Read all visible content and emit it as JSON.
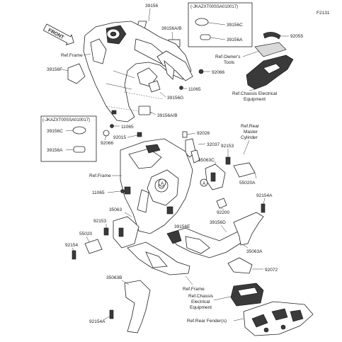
{
  "diagram_id": "F2131",
  "front_tag": "FRONT",
  "variant_code_top": "(-JKAZXT00SSA010017)",
  "variant_code_left": "(-JKAZXT00SSA010017)",
  "marker_a": "A",
  "labels": {
    "p39156": "39156",
    "p39156ab_top": "39156A/B",
    "p39156c_top": "39156C",
    "p39156a_top": "39156A",
    "p92055": "92055",
    "ref_owners_tools": "Ref.Owner's",
    "ref_owners_tools_2": "Tools",
    "ref_chassis_elec_top": "Ref.Chassis Electrical",
    "ref_chassis_elec_top_2": "Equipment",
    "ref_frame_top": "Ref.Frame",
    "p39156f": "39156F",
    "p92066_top": "92066",
    "p11065_top": "11065",
    "p39156g": "39156G",
    "p39156ab_mid": "39156A/B",
    "p39156c_left": "39156C",
    "p39156a_left": "39156A",
    "p11065_mid": "11065",
    "p92015": "92015",
    "p92066_left": "92066",
    "p92026": "92026",
    "p32037": "32037",
    "ref_rear_master": "Ref.Rear",
    "ref_rear_master_2": "Master",
    "ref_rear_master_3": "Cylinder",
    "p92153_right": "92153",
    "p35063c": "35063C",
    "ref_frame_mid": "Ref.Frame",
    "p55020a": "55020A",
    "p11065_low": "11065",
    "p92154a_right": "92154A",
    "p92200": "92200",
    "p35063": "35063",
    "p92153_left": "92153",
    "p55020": "55020",
    "p92154": "92154",
    "p39156e": "39156E",
    "p39156d": "39156D",
    "p35063a": "35063A",
    "p92072": "92072",
    "p35063b": "35063B",
    "ref_frame_low": "Ref.Frame",
    "ref_chassis_elec_low": "Ref.Chassis",
    "ref_chassis_elec_low_2": "Electrical",
    "ref_chassis_elec_low_3": "Equipment",
    "ref_rear_fender": "Ref.Rear Fender(s)",
    "p92154a_low": "92154A"
  }
}
